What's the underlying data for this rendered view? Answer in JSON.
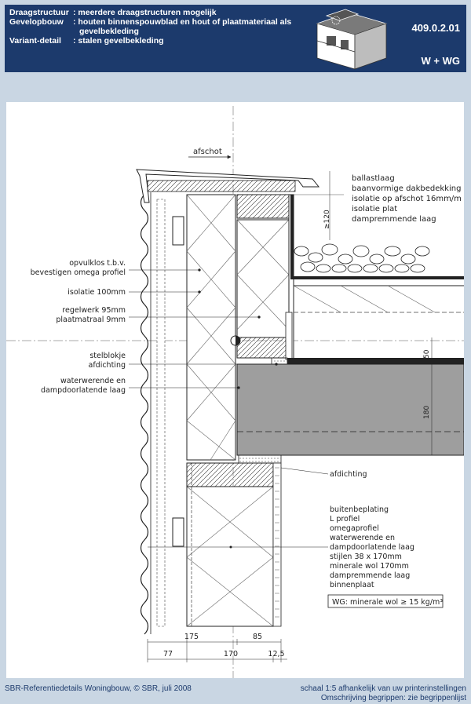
{
  "header": {
    "rows": [
      {
        "label": "Draagstructuur",
        "value": ": meerdere draagstructuren mogelijk"
      },
      {
        "label": "Gevelopbouw",
        "value": ": houten binnenspouwblad en hout of plaatmateriaal als"
      },
      {
        "label": "",
        "value": "gevelbekleding"
      },
      {
        "label": "Variant-detail",
        "value": ": stalen gevelbekleding"
      }
    ],
    "code": "409.0.2.01",
    "variant": "W + WG"
  },
  "drawing": {
    "afschot": "afschot",
    "roof_labels": [
      "ballastlaag",
      "baanvormige dakbedekking",
      "isolatie op afschot 16mm/m",
      "isolatie plat",
      "dampremmende laag"
    ],
    "dim_120": "≥120",
    "left_labels": {
      "opvulklos_1": "opvulklos t.b.v.",
      "opvulklos_2": "bevestigen omega profiel",
      "isolatie": "isolatie 100mm",
      "regelwerk": "regelwerk 95mm",
      "plaatmateriaal": "plaatmatraal 9mm",
      "stelblokje": "stelblokje",
      "afdichting": "afdichting",
      "waterwerende_1": "waterwerende en",
      "waterwerende_2": "dampdoorlatende laag"
    },
    "dim_50": "50",
    "dim_180": "180",
    "afdichting_right": "afdichting",
    "wall_labels": [
      "buitenbeplating",
      "L profiel",
      "omegaprofiel",
      "waterwerende en",
      "dampdoorlatende laag",
      "stijlen 38 x 170mm",
      "minerale wol 170mm",
      "dampremmende laag",
      "binnenplaat"
    ],
    "wg_note": "WG: minerale wol ≥ 15 kg/m³",
    "dim_175": "175",
    "dim_85": "85",
    "dim_77": "77",
    "dim_170": "170",
    "dim_125": "12,5"
  },
  "footer": {
    "left": "SBR-Referentiedetails Woningbouw, © SBR, juli 2008",
    "right_1": "schaal 1:5 afhankelijk van uw printerinstellingen",
    "right_2": "Omschrijving begrippen: zie begrippenlijst"
  }
}
